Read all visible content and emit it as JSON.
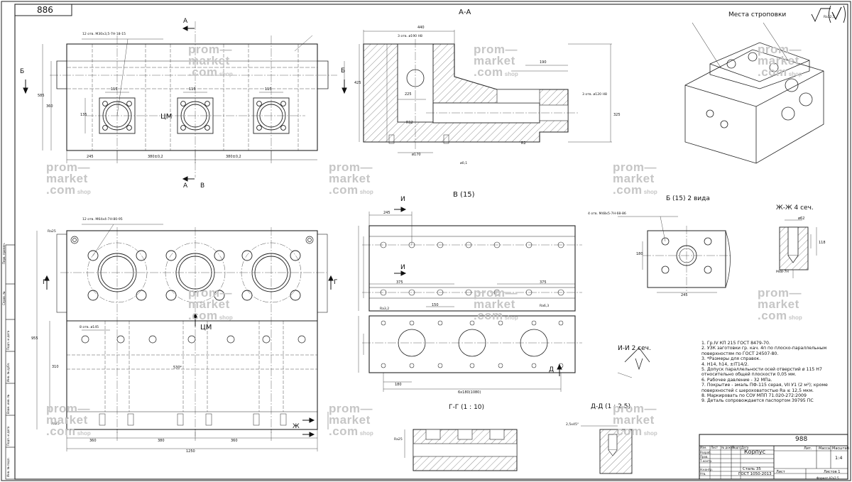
{
  "drawing": {
    "code_top": "886",
    "code_title_block": "988",
    "part_name": "Корпус",
    "material_line1": "Сталь 35",
    "material_line2": "ГОСТ 1050-2013",
    "format": "Формат А2х2,5"
  },
  "views": {
    "section_aa": "А-А",
    "view_b": "В (15)",
    "view_bb": "Б (15) 2 вида",
    "section_zhzh": "Ж-Ж 4 сеч.",
    "section_ii": "И-И 2 сеч.",
    "section_gg": "Г-Г (1 : 10)",
    "section_dd": "Д-Д (1 : 2,5)",
    "lifting_points": "Места строповки",
    "roughness_general": "Ra12,5"
  },
  "markers": {
    "A": "А",
    "B": "Б",
    "V": "В",
    "G": "Г",
    "D": "Д",
    "Zh": "Ж",
    "I": "И",
    "center_mass": "ЦМ"
  },
  "dims": {
    "d1": "245",
    "d2": "380±0,2",
    "d3": "380±0,2",
    "d4": "115",
    "d5": "135",
    "d6": "440",
    "d7": "425",
    "d8": "190",
    "d9": "225",
    "d10": "325",
    "d11": "375",
    "d12": "150",
    "d13": "1250",
    "d14": "360",
    "d15": "380",
    "d16": "6х180(1080)",
    "d17": "530*",
    "d18": "310",
    "d19": "955",
    "d20": "180",
    "d21": "585",
    "d22": "360",
    "d23": "ø170",
    "d24": "ø120 H8",
    "d25": "R12",
    "d26": "R2",
    "d27": "ø62",
    "d28": "118",
    "d29": "245"
  },
  "callouts": {
    "c1": "12 отв. M30х3,5-7Н·18-15",
    "c2": "12 отв. M64х4-7Н·80-95",
    "c3": "8 отв. ø145",
    "c4": "4 отв. M48х5-7Н·68-86",
    "c5": "3 отв. ø190 H8",
    "c6": "3 отв. ø120 H8",
    "c7": "M48-7Н",
    "c8": "2,5х45°",
    "c9": "Ra25",
    "c10": "Ra6,3",
    "c11": "Ra3,2",
    "c12": "ø0,1"
  },
  "notes": [
    "1. Гр.IV КП 215 ГОСТ 8479-70.",
    "2. УЗК заготовки гр. кач. 4п по плоско-параллельным",
    "   поверхностям по ГОСТ 24507-80.",
    "3. *Размеры для справок.",
    "4. H14, h14, ±IT14/2.",
    "5. Допуск параллельности осей отверстий ø 115 H7",
    "   относительно общей плоскости 0,05 мм.",
    "6. Рабочее давление - 32 МПа.",
    "7. Покрытие - эмаль ПФ-115 серая, VII У1 (2 м²); кроме",
    "   поверхностей с шероховатостью Ra ≤ 12,5 мкм.",
    "8. Маркировать по СОУ МПП 71.020-272:2009",
    "9. Деталь сопровождается паспортом 39795 ПС"
  ],
  "title_block": {
    "col_lit": "Лит.",
    "col_mass": "Масса",
    "col_scale": "Масштаб",
    "scale": "1:4",
    "sheet": "Лист",
    "sheets": "Листов 1",
    "row_change": "Изм.",
    "row_sheet": "Лист",
    "row_doc": "№ докум.",
    "row_sign": "Подп.",
    "row_date": "Дата",
    "razrab": "Разраб.",
    "prov": "Пров.",
    "tkontr": "Т.контр.",
    "nkontr": "Н.контр.",
    "utv": "Утв."
  },
  "side_strip": [
    "Перв. примен.",
    "Справ. №",
    "Подп. и дата",
    "Инв. № дубл.",
    "Взам. инв. №",
    "Подп. и дата",
    "Инв. № подл."
  ],
  "watermark": {
    "line1": "prom—",
    "line2": "market",
    "line3": ".com",
    "shop": "shop"
  }
}
